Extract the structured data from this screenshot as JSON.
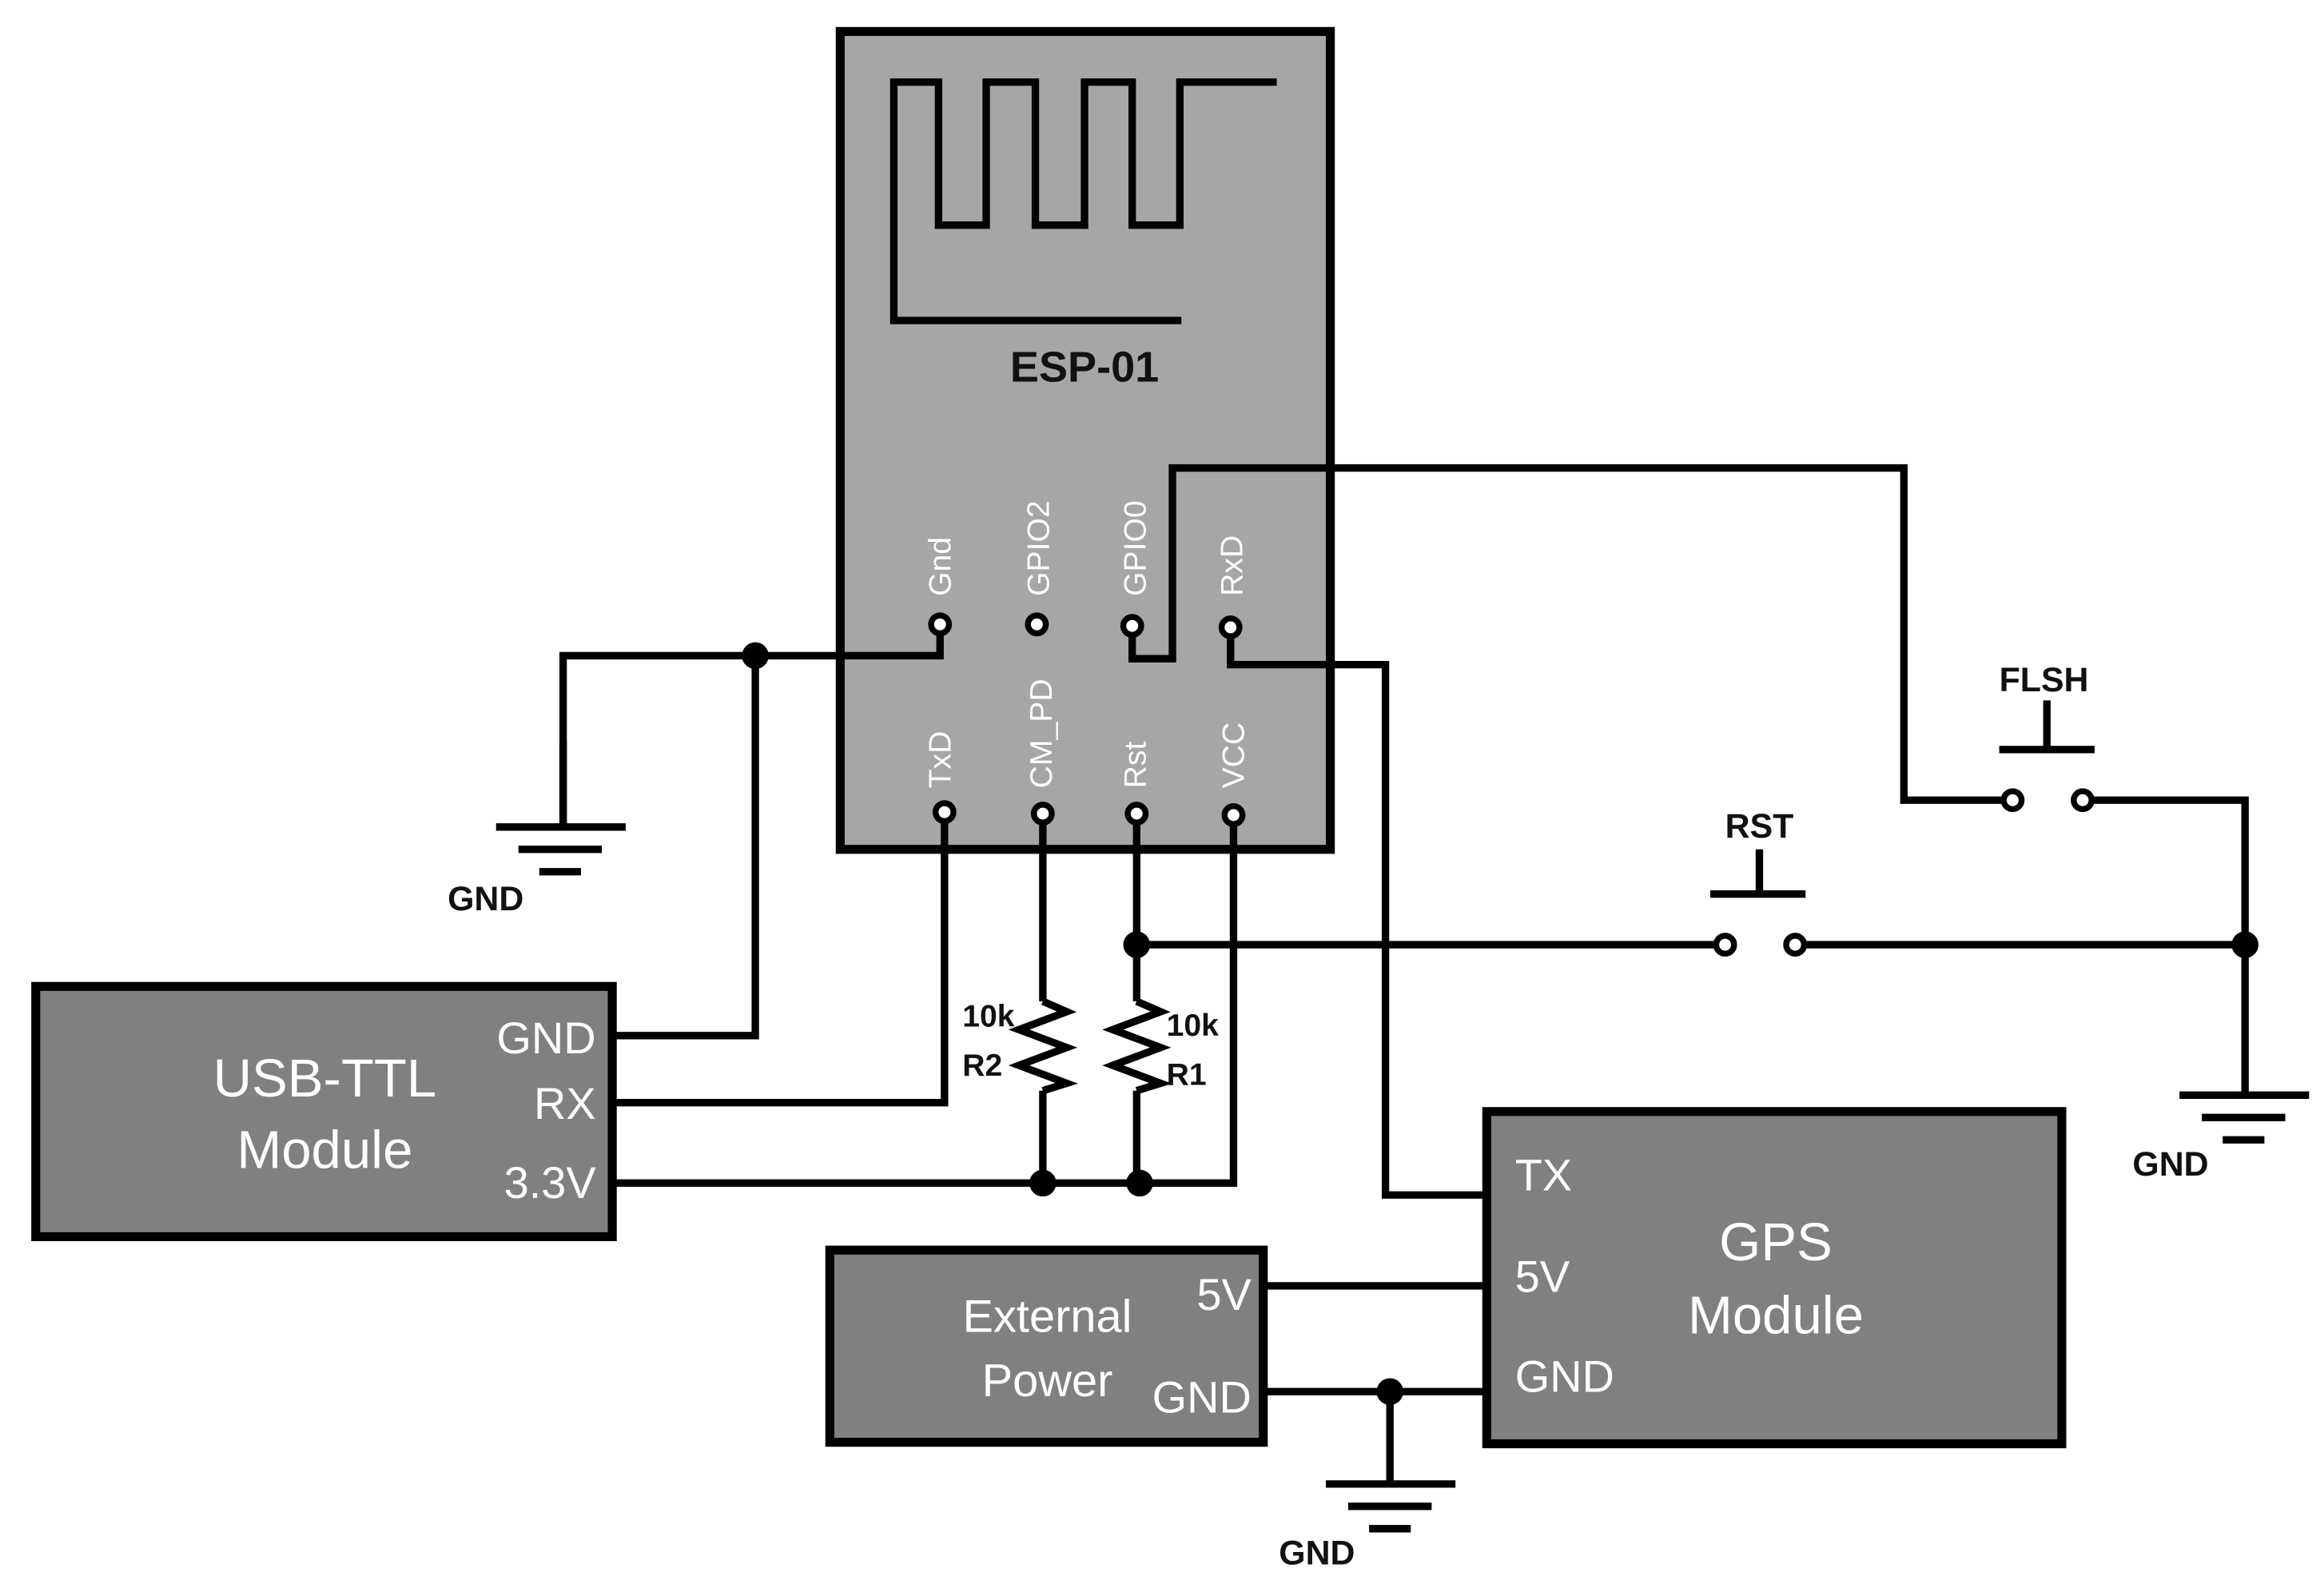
{
  "colors": {
    "esp_fill": "#a6a6a6",
    "module_fill": "#808080",
    "outline": "#000000",
    "wire": "#000000",
    "label": "#111111",
    "pin_text": "#ffffff"
  },
  "esp01": {
    "title": "ESP-01",
    "top_pins": [
      "Gnd",
      "GPIO2",
      "GPIO0",
      "RxD"
    ],
    "bottom_pins": [
      "TxD",
      "CM_PD",
      "Rst",
      "VCC"
    ]
  },
  "usb_ttl": {
    "name_line1": "USB-TTL",
    "name_line2": "Module",
    "pins": [
      "GND",
      "RX",
      "3.3V"
    ]
  },
  "gps": {
    "name_line1": "GPS",
    "name_line2": "Module",
    "pins": [
      "TX",
      "5V",
      "GND"
    ]
  },
  "external_power": {
    "name_line1": "External",
    "name_line2": "Power",
    "pins": [
      "5V",
      "GND"
    ]
  },
  "resistors": [
    {
      "value": "10k",
      "name": "R2"
    },
    {
      "value": "10k",
      "name": "R1"
    }
  ],
  "buttons": {
    "flash": "FLSH",
    "reset": "RST"
  },
  "ground_labels": {
    "left": "GND",
    "right": "GND",
    "bottom": "GND"
  },
  "icons": [
    "ground-symbol-icon",
    "push-button-icon",
    "resistor-icon",
    "antenna-trace-icon",
    "junction-dot-icon",
    "pin-circle-icon"
  ]
}
